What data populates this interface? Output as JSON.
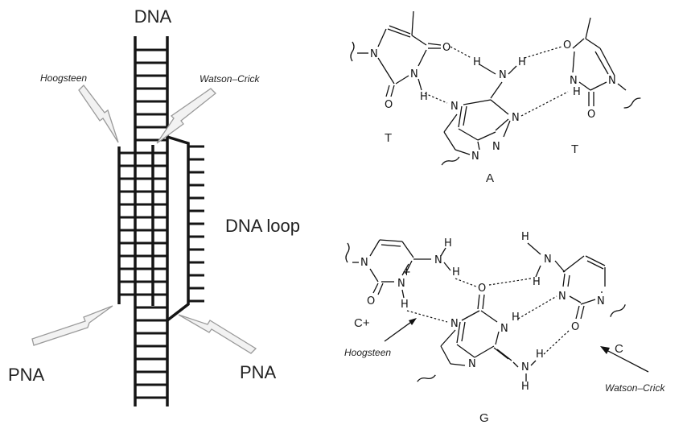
{
  "colors": {
    "ink": "#151515",
    "arrow_fill": "#f2f2f2",
    "arrow_stroke": "#9a9a9a"
  },
  "left_diagram": {
    "dna_label": "DNA",
    "hoogsteen_label": "Hoogsteen",
    "watson_crick_label": "Watson–Crick",
    "dna_loop_label": "DNA loop",
    "pna_left_label": "PNA",
    "pna_right_label": "PNA"
  },
  "triplet_TAT": {
    "bases": {
      "left": "T",
      "center": "A",
      "right": "T"
    },
    "atom_N": "N",
    "atom_O": "O",
    "atom_H": "H"
  },
  "triplet_CGC": {
    "bases": {
      "left": "C+",
      "center": "G",
      "right": "C"
    },
    "charge": "+",
    "hoogsteen_label": "Hoogsteen",
    "watson_crick_label": "Watson–Crick"
  }
}
